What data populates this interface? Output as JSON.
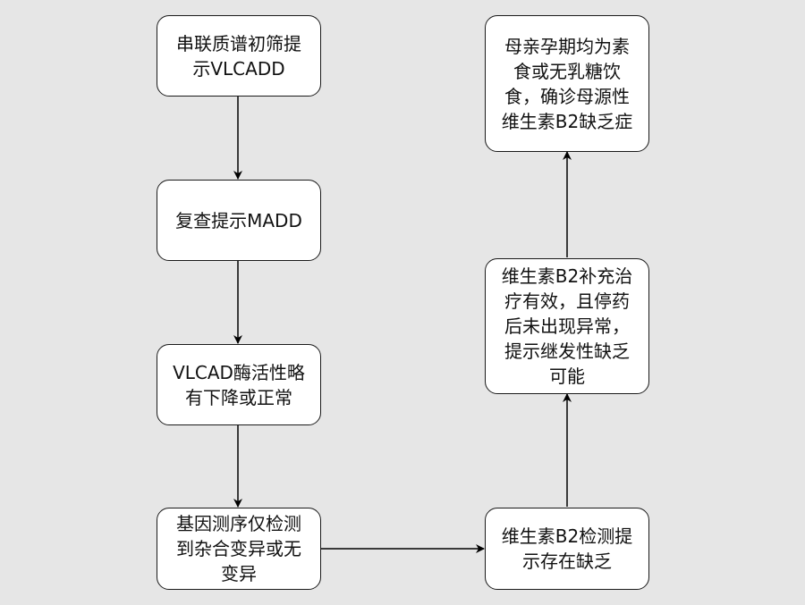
{
  "diagram": {
    "type": "flowchart",
    "colors": {
      "background": "#e6e6e6",
      "node_fill": "#ffffff",
      "node_border": "#1a1a1a",
      "edge": "#000000"
    },
    "nodes": [
      {
        "id": "n1",
        "text": "串联质谱初筛提\n示VLCADD"
      },
      {
        "id": "n2",
        "text": "复查提示MADD"
      },
      {
        "id": "n3",
        "text": "VLCAD酶活性略\n有下降或正常"
      },
      {
        "id": "n4",
        "text": "基因测序仅检测\n到杂合变异或无\n变异"
      },
      {
        "id": "n5",
        "text": "维生素B2检测提\n示存在缺乏"
      },
      {
        "id": "n6",
        "text": "维生素B2补充治\n疗有效，且停药\n后未出现异常，\n提示继发性缺乏\n可能"
      },
      {
        "id": "n7",
        "text": "母亲孕期均为素\n食或无乳糖饮\n食，确诊母源性\n维生素B2缺乏症"
      }
    ],
    "edges": [
      {
        "from": "n1",
        "to": "n2"
      },
      {
        "from": "n2",
        "to": "n3"
      },
      {
        "from": "n3",
        "to": "n4"
      },
      {
        "from": "n4",
        "to": "n5"
      },
      {
        "from": "n5",
        "to": "n6"
      },
      {
        "from": "n6",
        "to": "n7"
      }
    ]
  }
}
